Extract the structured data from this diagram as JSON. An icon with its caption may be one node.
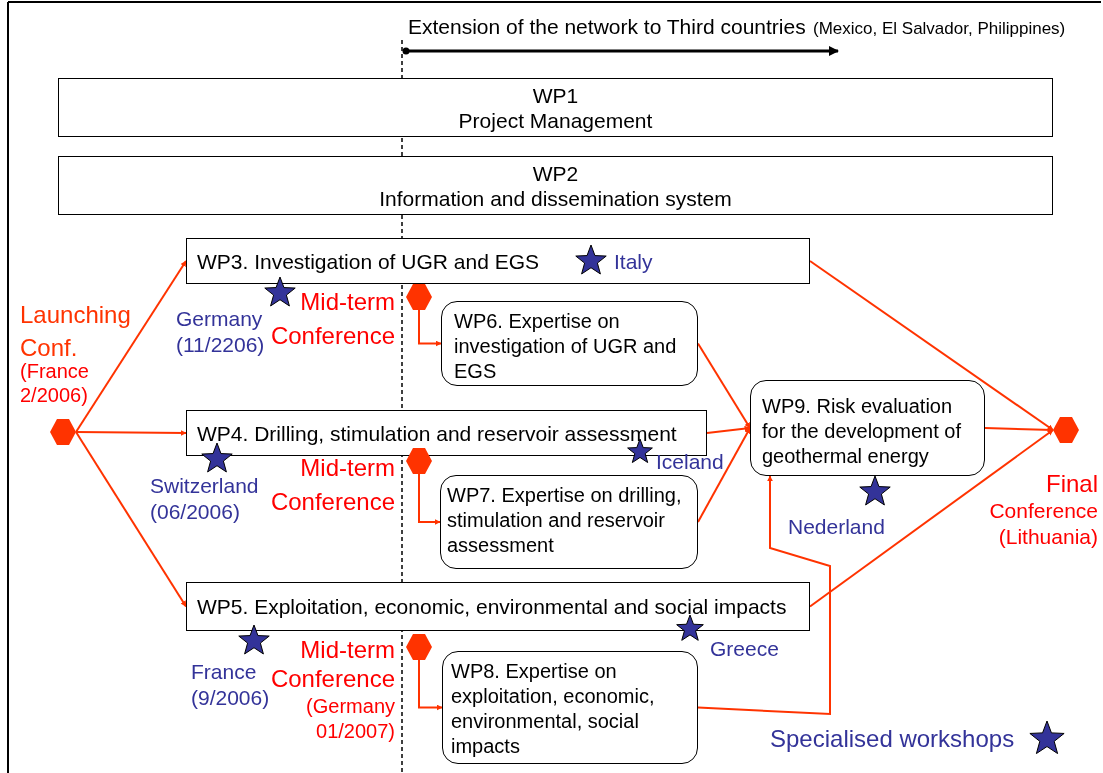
{
  "diagram": {
    "nodes": [
      {
        "text": [
          "WP1",
          "Project Management"
        ]
      },
      {
        "text": [
          "WP2",
          "Information and dissemination system"
        ]
      },
      {
        "text": [
          "WP3. Investigation of UGR and EGS"
        ]
      },
      {
        "text": [
          "WP4. Drilling, stimulation and reservoir assessment"
        ]
      },
      {
        "text": [
          "WP5. Exploitation, economic, environmental and social impacts"
        ]
      },
      {
        "text": [
          "WP6. Expertise on investigation of UGR and EGS"
        ]
      },
      {
        "text": [
          "WP7. Expertise on drilling, stimulation and reservoir assessment"
        ]
      },
      {
        "text": [
          "WP8. Expertise on exploitation, economic, environmental, social impacts"
        ]
      },
      {
        "text": [
          "WP9. Risk evaluation for the development of geothermal energy"
        ]
      },
      {
        "text": [],
        "shape": "hexagon",
        "beside": [
          "Launching Conf.",
          "(France 2/2006)"
        ]
      },
      {
        "text": [],
        "shape": "hexagon",
        "beside": [
          "Mid-term Conference"
        ]
      },
      {
        "text": [],
        "shape": "hexagon",
        "beside": [
          "Mid-term Conference"
        ]
      },
      {
        "text": [],
        "shape": "hexagon",
        "beside": [
          "Mid-term Conference",
          "(Germany 01/2007)"
        ]
      },
      {
        "text": [],
        "shape": "hexagon",
        "beside": [
          "Final",
          "Conference (Lithuania)"
        ]
      }
    ],
    "edges": [
      {
        "from": 9,
        "to": 2,
        "arrow": "to"
      },
      {
        "from": 9,
        "to": 3,
        "arrow": "to"
      },
      {
        "from": 9,
        "to": 4,
        "arrow": "to"
      },
      {
        "from": 10,
        "to": 5,
        "arrow": "to"
      },
      {
        "from": 11,
        "to": 6,
        "arrow": "to"
      },
      {
        "from": 12,
        "to": 7,
        "arrow": "to"
      },
      {
        "from": 5,
        "to": 8,
        "arrow": "to"
      },
      {
        "from": 3,
        "to": 8,
        "arrow": "to"
      },
      {
        "from": 6,
        "to": 8,
        "arrow": "to"
      },
      {
        "from": 7,
        "to": 8,
        "arrow": "to"
      },
      {
        "from": 2,
        "to": 13,
        "arrow": "to"
      },
      {
        "from": 8,
        "to": 13,
        "arrow": "to"
      },
      {
        "from": 4,
        "to": 13,
        "arrow": "to"
      }
    ],
    "labels": [
      "Extension of the network to Third countries",
      "(Mexico, El Salvador, Philippines)",
      "Italy",
      "Germany (11/2206)",
      "Switzerland (06/2006)",
      "Iceland",
      "Nederland",
      "France (9/2006)",
      "Greece"
    ],
    "legend": [
      {
        "text": "Specialised workshops"
      }
    ]
  }
}
